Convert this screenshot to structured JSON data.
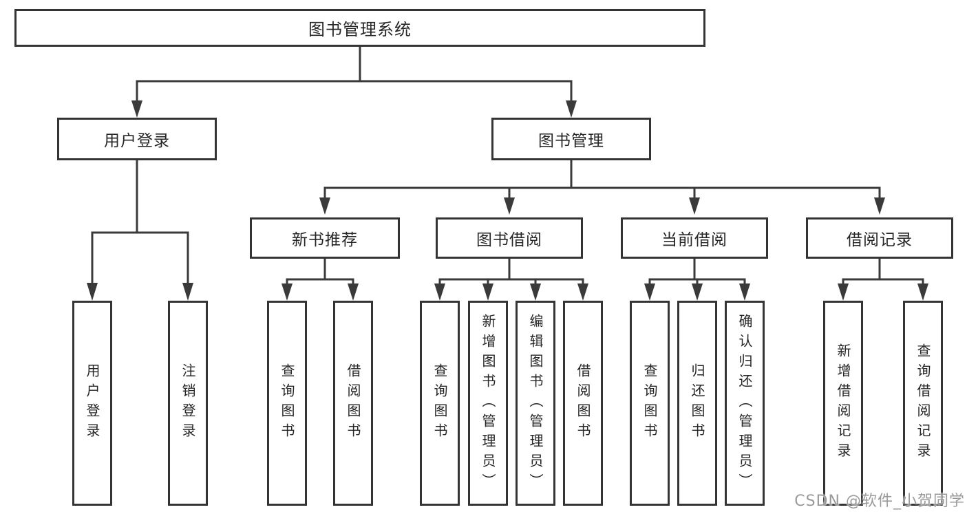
{
  "diagram": {
    "root": "图书管理系统",
    "level2": [
      "用户登录",
      "图书管理"
    ],
    "level3": [
      "新书推荐",
      "图书借阅",
      "当前借阅",
      "借阅记录"
    ],
    "leaves": {
      "user_login": [
        "用户登录",
        "注销登录"
      ],
      "new_books": [
        "查询图书",
        "借阅图书"
      ],
      "borrowing": [
        "查询图书",
        "新增图书（管理员）",
        "编辑图书（管理员）",
        "借阅图书"
      ],
      "current": [
        "查询图书",
        "归还图书",
        "确认归还（管理员）"
      ],
      "records": [
        "新增借阅记录",
        "查询借阅记录"
      ]
    }
  },
  "colors": {
    "line": "#3a3a3a",
    "box_border": "#343434",
    "text": "#262626",
    "background": "#ffffff",
    "watermark": "#9a9a9a"
  },
  "watermark": "CSDN @软件_小贺同学"
}
